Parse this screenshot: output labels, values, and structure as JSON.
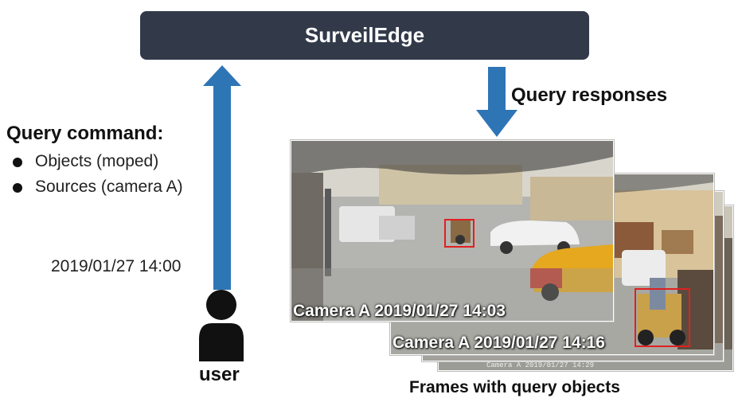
{
  "system": {
    "title": "SurveilEdge"
  },
  "query_responses_label": "Query responses",
  "query_command": {
    "heading": "Query command:",
    "items": [
      "Objects (moped)",
      "Sources (camera A)"
    ]
  },
  "query_time": "2019/01/27 14:00",
  "user_label": "user",
  "frames": {
    "caption": "Frames with query objects",
    "front_label": "Camera A  2019/01/27 14:03",
    "second_label": "Camera A  2019/01/27 14:16"
  },
  "colors": {
    "title_bar": "#323a4a",
    "arrow": "#2e75b6",
    "detection_box": "#e02020"
  }
}
